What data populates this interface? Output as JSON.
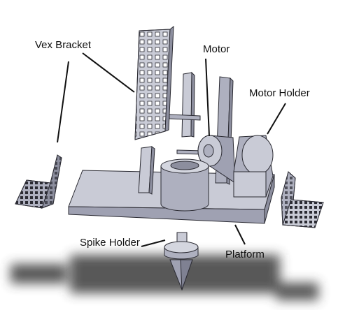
{
  "labels": {
    "vex_bracket": "Vex Bracket",
    "motor": "Motor",
    "motor_holder": "Motor Holder",
    "spike_holder": "Spike Holder",
    "platform": "Platform"
  },
  "colors": {
    "part_light": "#c9cbd6",
    "part_mid": "#aeb0bf",
    "part_dark": "#8c8e9e",
    "edge": "#2b2b33",
    "shadow": "#3a3a3a",
    "leader": "#111111"
  }
}
